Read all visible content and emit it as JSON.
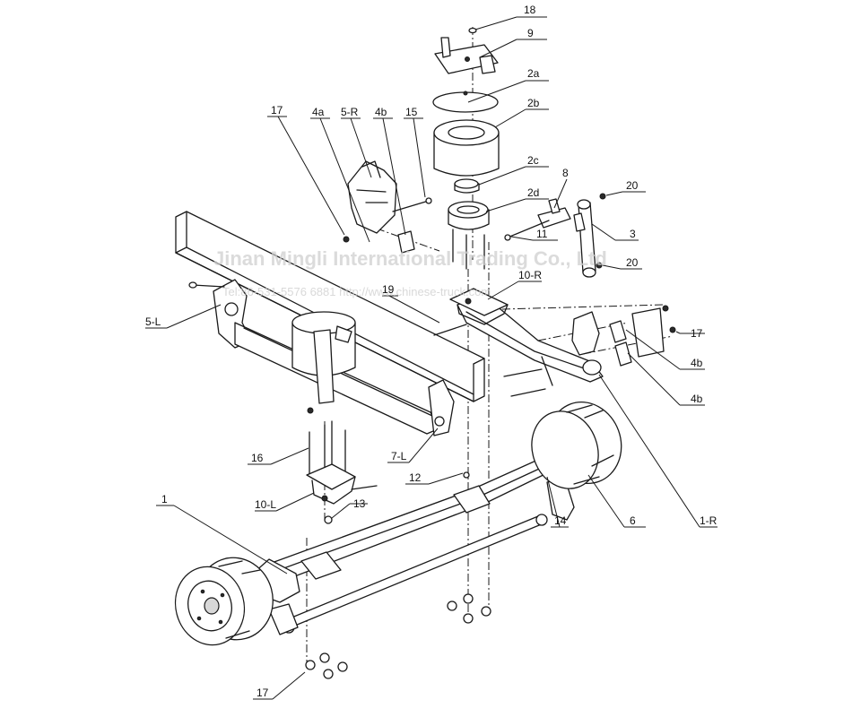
{
  "watermark": {
    "company": "Jinan Mingli International Trading Co., Ltd",
    "contact": "Tel:86-531-5576 6881 http://www.chinese-truck.com"
  },
  "callouts": [
    {
      "id": "c18",
      "text": "18"
    },
    {
      "id": "c9",
      "text": "9"
    },
    {
      "id": "c2a",
      "text": "2a"
    },
    {
      "id": "c2b",
      "text": "2b"
    },
    {
      "id": "c2c",
      "text": "2c"
    },
    {
      "id": "c2d",
      "text": "2d"
    },
    {
      "id": "c8",
      "text": "8"
    },
    {
      "id": "c20a",
      "text": "20"
    },
    {
      "id": "c11",
      "text": "11"
    },
    {
      "id": "c3",
      "text": "3"
    },
    {
      "id": "c20b",
      "text": "20"
    },
    {
      "id": "c17a",
      "text": "17"
    },
    {
      "id": "c4a",
      "text": "4a"
    },
    {
      "id": "c5R",
      "text": "5-R"
    },
    {
      "id": "c4b1",
      "text": "4b"
    },
    {
      "id": "c15",
      "text": "15"
    },
    {
      "id": "c10R",
      "text": "10-R"
    },
    {
      "id": "c19",
      "text": "19"
    },
    {
      "id": "c5L",
      "text": "5-L"
    },
    {
      "id": "c17b",
      "text": "17"
    },
    {
      "id": "c4b2",
      "text": "4b"
    },
    {
      "id": "c4b3",
      "text": "4b"
    },
    {
      "id": "c16",
      "text": "16"
    },
    {
      "id": "c7L",
      "text": "7-L"
    },
    {
      "id": "c12",
      "text": "12"
    },
    {
      "id": "c1",
      "text": "1"
    },
    {
      "id": "c10L",
      "text": "10-L"
    },
    {
      "id": "c13",
      "text": "13"
    },
    {
      "id": "c14",
      "text": "14"
    },
    {
      "id": "c6",
      "text": "6"
    },
    {
      "id": "c1R",
      "text": "1-R"
    },
    {
      "id": "c17c",
      "text": "17"
    }
  ]
}
